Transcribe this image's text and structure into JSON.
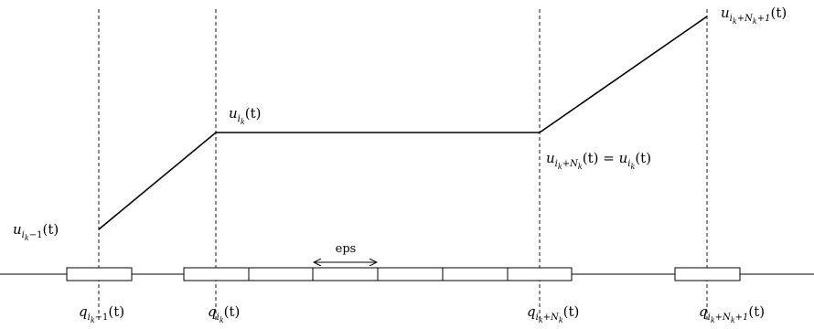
{
  "labels": {
    "u_prev": {
      "base": "u",
      "sub": "i",
      "subsub": "k",
      "subtail": "−1",
      "arg": "(t)"
    },
    "u_k": {
      "base": "u",
      "sub": "i",
      "subsub": "k",
      "subtail": "",
      "arg": "(t)"
    },
    "u_kN_eq": {
      "base": "u",
      "sub": "i",
      "subsub": "k",
      "subtail": "+N",
      "subsub2": "k",
      "arg": "(t) = ",
      "rhs_base": "u",
      "rhs_sub": "i",
      "rhs_subsub": "k",
      "rhs_arg": "(t)"
    },
    "u_kN1": {
      "base": "u",
      "sub": "i",
      "subsub": "k",
      "subtail": "+N",
      "subsub2": "k",
      "subtail2": "+1",
      "arg": "(t)"
    },
    "q_prev": {
      "base": "q",
      "sub": "i",
      "subsub": "k",
      "subtail": "−1",
      "arg": "(t)"
    },
    "q_k": {
      "base": "q",
      "sub": "i",
      "subsub": "k",
      "subtail": "",
      "arg": "(t)"
    },
    "q_kN": {
      "base": "q",
      "sub": "i",
      "subsub": "k",
      "subtail": "+N",
      "subsub2": "k",
      "arg": "(t)"
    },
    "q_kN1": {
      "base": "q",
      "sub": "i",
      "subsub": "k",
      "subtail": "+N",
      "subsub2": "k",
      "subtail2": "+1",
      "arg": "(t)"
    },
    "eps": "eps"
  }
}
